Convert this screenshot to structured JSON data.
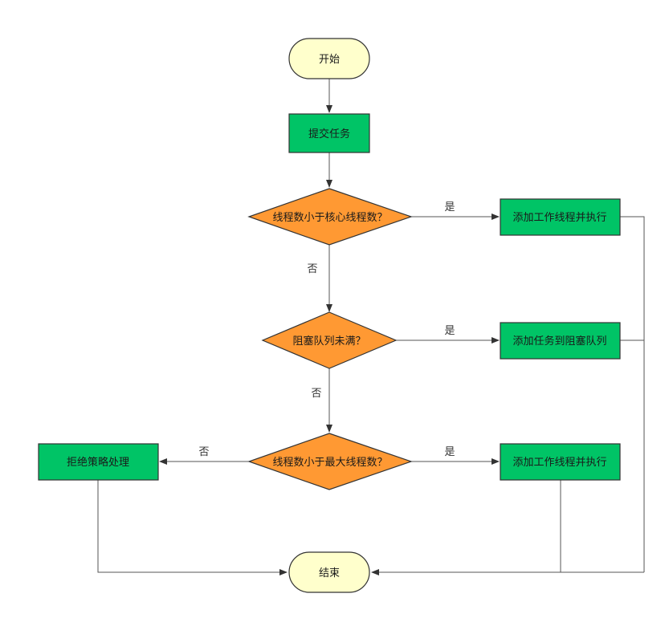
{
  "colors": {
    "terminal_fill": "#FFFFCC",
    "process_fill": "#00C466",
    "decision_fill": "#FF9933",
    "line": "#555555"
  },
  "nodes": {
    "start": "开始",
    "submit": "提交任务",
    "d1": "线程数小于核心线程数？",
    "d2": "阻塞队列未满？",
    "d3": "线程数小于最大线程数？",
    "add_worker_1": "添加工作线程并执行",
    "add_queue": "添加任务到阻塞队列",
    "add_worker_2": "添加工作线程并执行",
    "reject": "拒绝策略处理",
    "end": "结束"
  },
  "edge_labels": {
    "d1_yes": "是",
    "d1_no": "否",
    "d2_yes": "是",
    "d2_no": "否",
    "d3_yes": "是",
    "d3_no": "否"
  }
}
